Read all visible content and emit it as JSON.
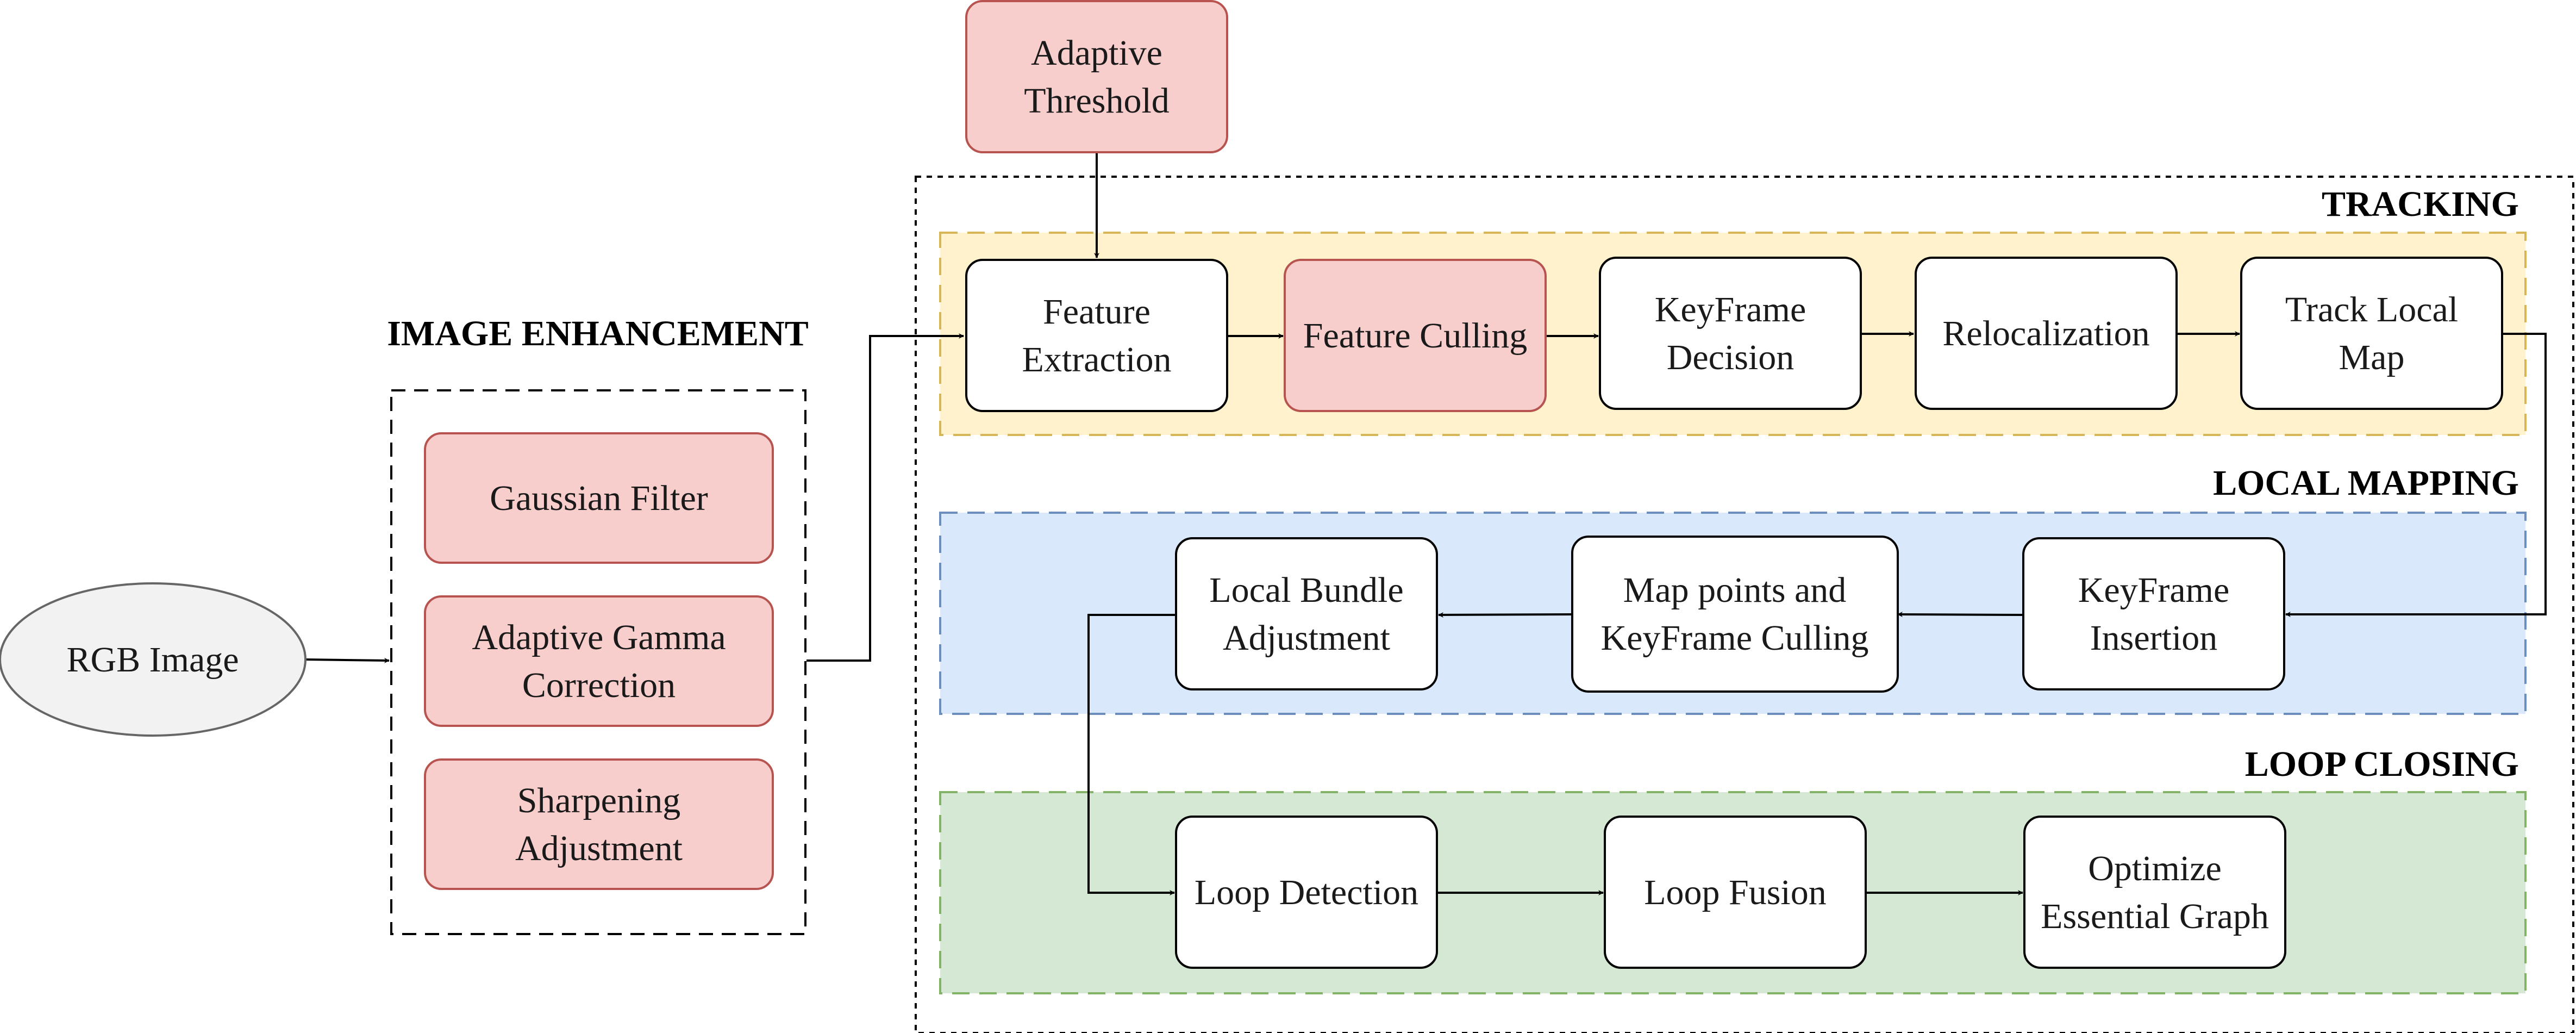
{
  "colors": {
    "pink_fill": "#f8cecc",
    "pink_stroke": "#b85450",
    "white_fill": "#ffffff",
    "black_stroke": "#000000",
    "gray_fill": "#f2f2f2",
    "gray_stroke": "#666666",
    "tracking_fill": "#fff2cc",
    "tracking_stroke": "#d6b656",
    "mapping_fill": "#dae8fc",
    "mapping_stroke": "#6c8ebf",
    "loop_fill": "#d5e8d4",
    "loop_stroke": "#82b366"
  },
  "sections": {
    "image_enhancement": "IMAGE ENHANCEMENT",
    "tracking": "TRACKING",
    "local_mapping": "LOCAL MAPPING",
    "loop_closing": "LOOP CLOSING"
  },
  "nodes": {
    "rgb_image": [
      "RGB Image"
    ],
    "gaussian_filter": [
      "Gaussian Filter"
    ],
    "adaptive_gamma": [
      "Adaptive Gamma",
      "Correction"
    ],
    "sharpening": [
      "Sharpening",
      "Adjustment"
    ],
    "adaptive_threshold": [
      "Adaptive",
      "Threshold"
    ],
    "feature_extraction": [
      "Feature",
      "Extraction"
    ],
    "feature_culling": [
      "Feature Culling"
    ],
    "keyframe_decision": [
      "KeyFrame",
      "Decision"
    ],
    "relocalization": [
      "Relocalization"
    ],
    "track_local_map": [
      "Track Local",
      "Map"
    ],
    "keyframe_insertion": [
      "KeyFrame",
      "Insertion"
    ],
    "map_points_culling": [
      "Map points and",
      "KeyFrame Culling"
    ],
    "local_bundle_adjustment": [
      "Local Bundle",
      "Adjustment"
    ],
    "loop_detection": [
      "Loop Detection"
    ],
    "loop_fusion": [
      "Loop Fusion"
    ],
    "optimize_essential_graph": [
      "Optimize",
      "Essential Graph"
    ]
  }
}
